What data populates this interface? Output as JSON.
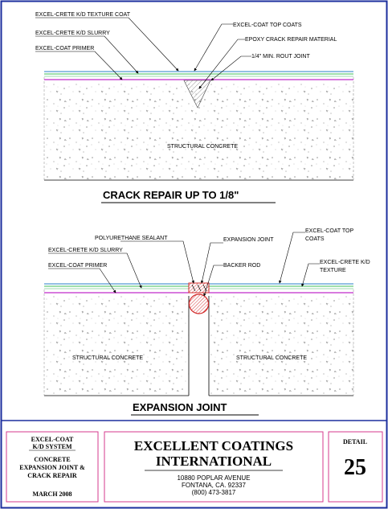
{
  "top_detail": {
    "labels": {
      "kd_texture_coat": "EXCEL-CRETE K/D TEXTURE COAT",
      "kd_slurry": "EXCEL-CRETE K/D SLURRY",
      "primer": "EXCEL-COAT PRIMER",
      "top_coats": "EXCEL-COAT TOP COATS",
      "epoxy": "EPOXY CRACK REPAIR MATERIAL",
      "rout_joint": "1/4\" MIN. ROUT JOINT",
      "structural": "STRUCTURAL CONCRETE"
    },
    "title": "CRACK REPAIR UP TO 1/8\""
  },
  "bottom_detail": {
    "labels": {
      "sealant": "POLYURETHANE SEALANT",
      "expansion_joint": "EXPANSION JOINT",
      "backer_rod": "BACKER ROD",
      "top_coats_1": "EXCEL-COAT TOP",
      "top_coats_2": "COATS",
      "kd_texture_1": "EXCEL-CRETE K/D",
      "kd_texture_2": "TEXTURE",
      "kd_slurry": "EXCEL-CRETE K/D SLURRY",
      "primer": "EXCEL-COAT PRIMER",
      "structural_left": "STRUCTURAL CONCRETE",
      "structural_right": "STRUCTURAL CONCRETE"
    },
    "title": "EXPANSION JOINT"
  },
  "title_block": {
    "system_1": "EXCEL-COAT",
    "system_2": "K/D SYSTEM",
    "desc_1": "CONCRETE",
    "desc_2": "EXPANSION JOINT &",
    "desc_3": "CRACK REPAIR",
    "date": "MARCH  2008",
    "company_1": "EXCELLENT COATINGS",
    "company_2": "INTERNATIONAL",
    "address_1": "10880 POPLAR AVENUE",
    "address_2": "FONTANA, CA. 92337",
    "phone": "(800) 473-3817",
    "detail_label": "DETAIL",
    "detail_number": "25"
  },
  "colors": {
    "frame": "#1c2f9e",
    "box_border": "#d63a8e",
    "top_coat": "#2a7fc9",
    "texture_coat": "#3fbf5a",
    "slurry": "#9fd9b0",
    "primer": "#c02ac9",
    "sealant": "#d22a2a"
  }
}
